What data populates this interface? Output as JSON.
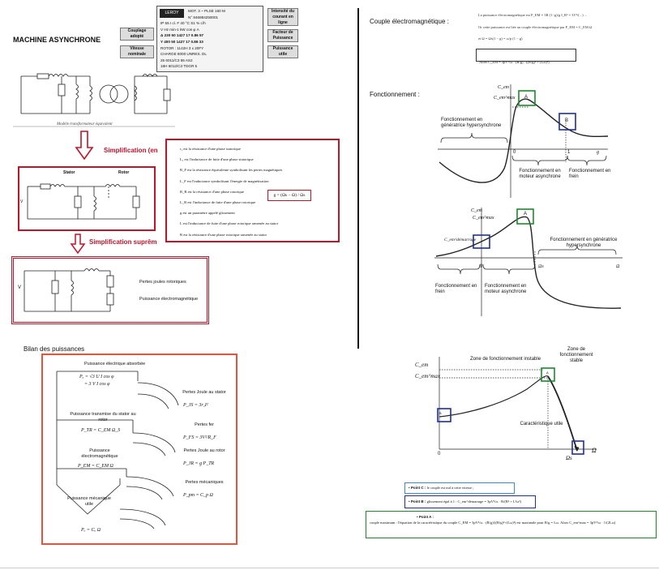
{
  "left": {
    "title": "MACHINE ASYNCHRONE",
    "nameplate": {
      "brand": "LEROY SOMER",
      "rows": [
        "MOT. 3 ~ PLSE 160 M",
        "N° 846884250001",
        "IP 55   I cl. F   40 °C   S1   %   c/h",
        "V   Hz   min-1   kW   cos φ   A",
        "Δ 230   50   1427   17   0.86   57",
        "Y 400   50   1427   17   0.86   33",
        "ROTOR : 1142H   3 x 20FY",
        "CHARGE 8000   UNRES. DL",
        "25   6011/C3   55   AS2",
        "18H   6012/C3   TDGR   5"
      ],
      "annotations": {
        "couplage": "Couplage adopté",
        "vitesse": "Vitesse nominale",
        "intensite": "Intensité du courant en ligne",
        "facteur": "Facteur de Puissance",
        "puissance_utile": "Puissance utile"
      }
    },
    "equiv_caption": "Modèle transformateur équivalent",
    "simplification_1": "Simplification (en",
    "simplification_2": "Simplification suprêm",
    "circuit_labels": {
      "stator": "Stator",
      "rotor": "Rotor",
      "v": "V",
      "pertes_joules": "Pertes joules rotoriques",
      "puissance_em": "Puissance électromagnétique"
    },
    "definitions": [
      "r₁ est la résistance d'une phase statorique",
      "L₁ est l'inductance de fuite d'une phase statorique",
      "R_F est la résistance équivalente symbolisant les pertes magnétiques",
      "L_F est l'inductance symbolisant l'énergie de magnétisation",
      "R_R est la résistance d'une phase rotorique",
      "L_R est l'inductance de fuite d'une phase rotorique",
      "g est un paramètre appelé glissement",
      "L est l'inductance de fuite d'une phase rotorique ramenée au stator",
      "R est la résistance d'une phase rotorique ramenée au stator"
    ],
    "slip_formula": "g = (Ωs − Ω) / Ωs",
    "bilan": {
      "title": "Bilan des puissances",
      "header": "Puissance électrique absorbée",
      "pa_formula_1": "Pₐ = √3 U I cos φ",
      "pa_formula_2": "= 3 V I cos φ",
      "transmise_label": "Puissance transmise du stator au rotor",
      "ptr_formula": "P_TR = C_EM Ω_S",
      "em_label": "Puissance électromagnétique",
      "pem_formula": "P_EM = C_EM Ω",
      "meca_label": "Puissance mécanique utile",
      "pu_formula": "Pᵤ = Cᵤ Ω",
      "losses": [
        {
          "label": "Pertes Joule au stator",
          "formula": "P_JS = 3r₁I²"
        },
        {
          "label": "Pertes fer",
          "formula": "P_FS = 3V²/R_F"
        },
        {
          "label": "Pertes Joule au rotor",
          "formula": "P_JR = g P_TR"
        },
        {
          "label": "Pertes mécaniques",
          "formula": "P_pm = C_p Ω"
        }
      ]
    }
  },
  "right": {
    "couple_title": "Couple électromagnétique :",
    "couple_lines": [
      "La puissance électromagnétique est P_EM = 3R (1−g)/g I_R² = 3V²/(...) ...",
      "Or cette puissance est liée au couple électromagnétique par P_EM = C_EM Ω",
      "et Ω = Ωs(1 − g) = ω/p (1 − g)",
      "Alors C_EM = 3pV²/ω · (R/g) / ((R/g)² + (Lω)²)"
    ],
    "fonctionnement_title": "Fonctionnement :",
    "graph1": {
      "y_top": "C_em",
      "y_max": "C_em^max",
      "box_a": "A",
      "box_b": "B",
      "zero": "0",
      "one": "1",
      "g": "g",
      "zone_gen": "Fonctionnement en génératrice hypersynchrone",
      "zone_mot": "Fonctionnement en moteur asynchrone",
      "zone_frein": "Fonctionnement en frein"
    },
    "graph2": {
      "y_top": "C_em",
      "y_max": "C_em^max",
      "y_dem": "C_em^démarrage",
      "box_a": "A",
      "zero": "0",
      "omega_s": "Ωs",
      "omega": "Ω",
      "zone_gen": "Fonctionnement en génératrice hypersynchrone",
      "zone_frein": "Fonctionnement en frein",
      "zone_mot": "Fonctionnement en moteur asynchrone"
    },
    "graph3": {
      "y_top": "C_em",
      "y_max": "C_em^max",
      "zone_instable": "Zone de fonctionnement instable",
      "zone_stable": "Zone de fonctionnement stable",
      "carac": "Caractéristique utile",
      "zero": "0",
      "omega_s": "Ωs",
      "omega": "Ω",
      "a": "A",
      "b": "B",
      "c": "C"
    },
    "points": [
      {
        "label": "Point C :",
        "text": "le couple est nul à cette vitesse ;"
      },
      {
        "label": "Point B :",
        "text": "glissement égal à 1 : C_em^démarrage = 3pV²/ω · R/(R² + L²ω²)"
      },
      {
        "label": "Point A :",
        "text": "couple maximum : l'équation de la caractéristique du couple C_EM = 3pV²/ω · (R/g)/((R/g)²+(Lω)²) est maximale pour R/g = Lω. Alors C_em^max = 3pV²/ω · 1/(2Lω)"
      }
    ]
  },
  "colors": {
    "red": "#c0142a",
    "orange_red": "#e5533a",
    "green": "#1a8a2a",
    "blue": "#1e2fa0",
    "light_blue": "#3a8ad6"
  }
}
